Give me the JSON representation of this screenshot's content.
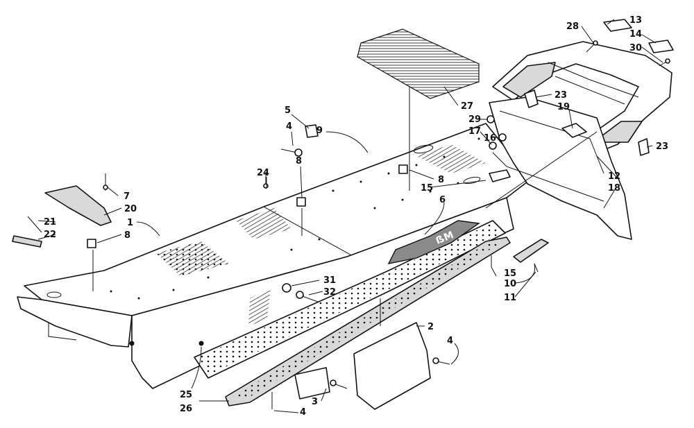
{
  "callouts": [
    {
      "id": "c1",
      "label": "1"
    },
    {
      "id": "c2",
      "label": "2"
    },
    {
      "id": "c3",
      "label": "3"
    },
    {
      "id": "c4a",
      "label": "4"
    },
    {
      "id": "c4b",
      "label": "4"
    },
    {
      "id": "c4c",
      "label": "4"
    },
    {
      "id": "c5",
      "label": "5"
    },
    {
      "id": "c6",
      "label": "6"
    },
    {
      "id": "c7",
      "label": "7"
    },
    {
      "id": "c8a",
      "label": "8"
    },
    {
      "id": "c8b",
      "label": "8"
    },
    {
      "id": "c8c",
      "label": "8"
    },
    {
      "id": "c9",
      "label": "9"
    },
    {
      "id": "c10",
      "label": "10"
    },
    {
      "id": "c11",
      "label": "11"
    },
    {
      "id": "c12",
      "label": "12"
    },
    {
      "id": "c13",
      "label": "13"
    },
    {
      "id": "c14",
      "label": "14"
    },
    {
      "id": "c15a",
      "label": "15"
    },
    {
      "id": "c15b",
      "label": "15"
    },
    {
      "id": "c16",
      "label": "16"
    },
    {
      "id": "c17",
      "label": "17"
    },
    {
      "id": "c18",
      "label": "18"
    },
    {
      "id": "c19",
      "label": "19"
    },
    {
      "id": "c20",
      "label": "20"
    },
    {
      "id": "c21",
      "label": "21"
    },
    {
      "id": "c22",
      "label": "22"
    },
    {
      "id": "c23a",
      "label": "23"
    },
    {
      "id": "c23b",
      "label": "23"
    },
    {
      "id": "c24",
      "label": "24"
    },
    {
      "id": "c25",
      "label": "25"
    },
    {
      "id": "c26",
      "label": "26"
    },
    {
      "id": "c27",
      "label": "27"
    },
    {
      "id": "c28",
      "label": "28"
    },
    {
      "id": "c29",
      "label": "29"
    },
    {
      "id": "c30",
      "label": "30"
    },
    {
      "id": "c31",
      "label": "31"
    },
    {
      "id": "c32",
      "label": "32"
    }
  ]
}
